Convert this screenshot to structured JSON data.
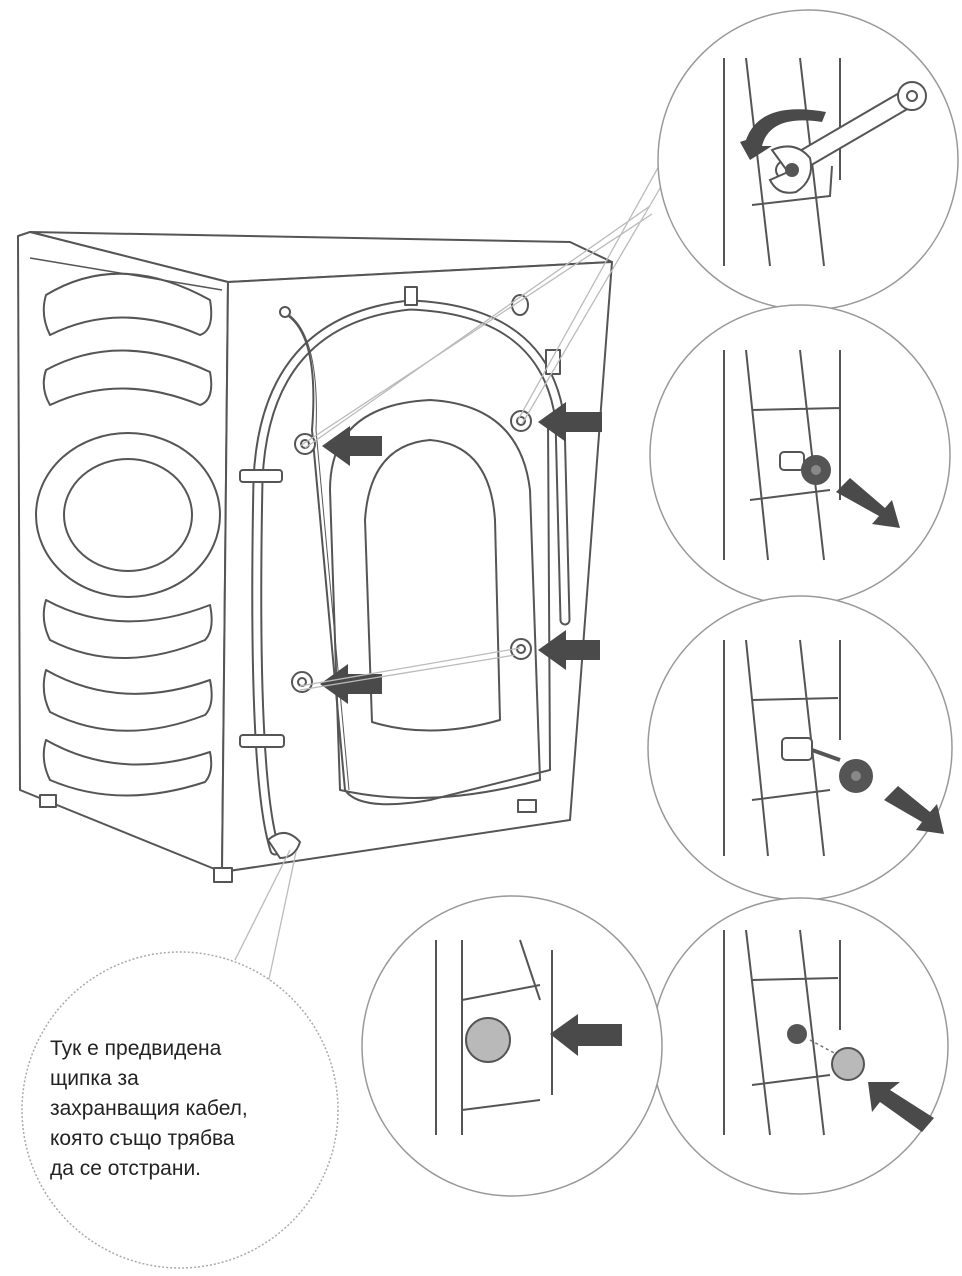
{
  "callout": {
    "lines": [
      "Тук е предвидена",
      "щипка за",
      "захранващия кабел,",
      "която също трябва",
      "да се отстрани."
    ]
  },
  "colors": {
    "line": "#555555",
    "arrow": "#4a4a4a",
    "cap": "#b9b9b9",
    "background": "#ffffff"
  },
  "icons": [
    "wrench-icon",
    "arrow-icon",
    "transport-bolt-icon",
    "plug-cap-icon"
  ]
}
